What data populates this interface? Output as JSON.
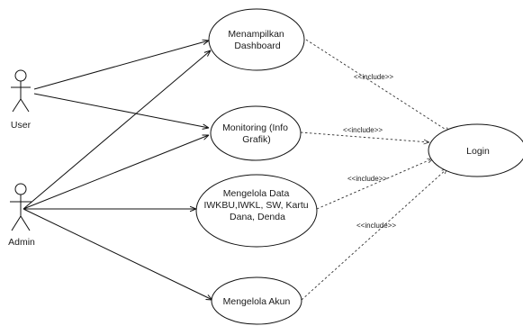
{
  "actors": {
    "user": {
      "label": "User"
    },
    "admin": {
      "label": "Admin"
    }
  },
  "use_cases": {
    "dashboard": {
      "lines": [
        "Menampilkan",
        "Dashboard"
      ]
    },
    "monitoring": {
      "lines": [
        "Monitoring (Info",
        "Grafik)"
      ]
    },
    "kelola_data": {
      "lines": [
        "Mengelola Data",
        "IWKBU,IWKL, SW, Kartu",
        "Dana, Denda"
      ]
    },
    "kelola_akun": {
      "lines": [
        "Mengelola Akun"
      ]
    },
    "login": {
      "lines": [
        "Login"
      ]
    }
  },
  "relations": {
    "include_label": "<<include>>"
  },
  "colors": {
    "line": "#111111",
    "background": "#ffffff"
  }
}
